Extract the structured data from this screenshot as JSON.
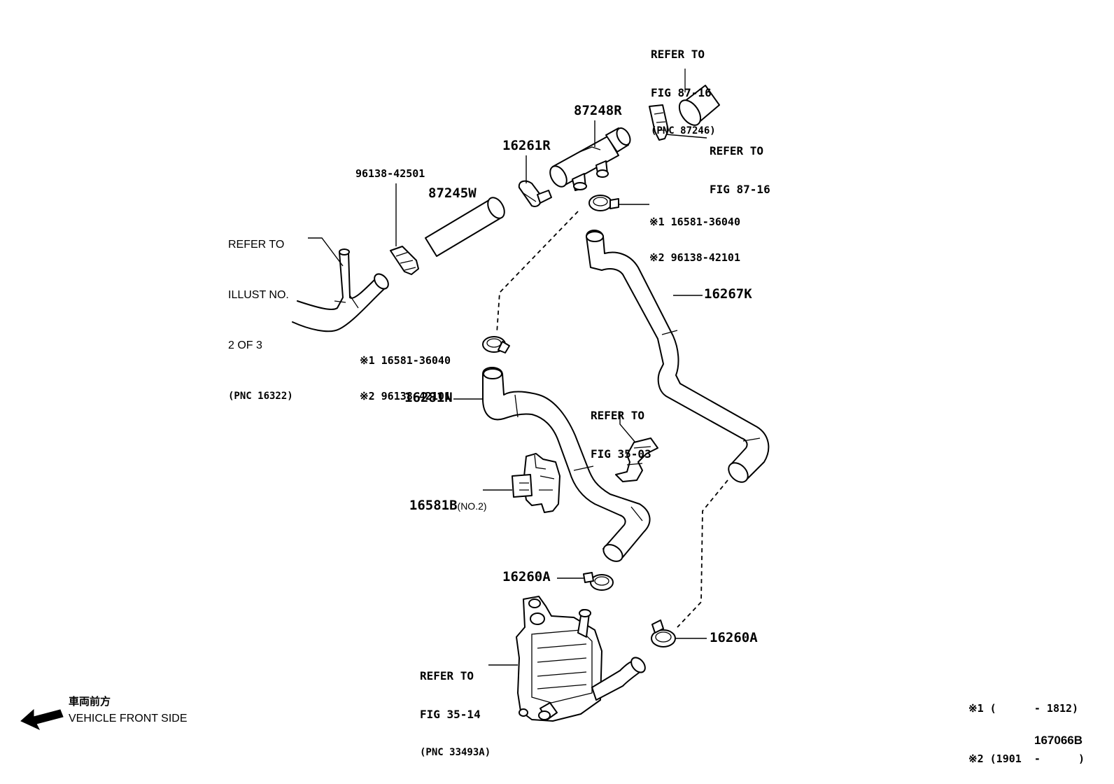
{
  "labels": {
    "ref_87_16_top": [
      "REFER TO",
      "FIG 87-16",
      "(PNC 87246)"
    ],
    "ref_87_16_right": [
      "REFER TO",
      "FIG 87-16"
    ],
    "ref_illust": [
      "REFER TO",
      "ILLUST NO.",
      "2 OF 3",
      "(PNC 16322)"
    ],
    "ref_35_03": [
      "REFER TO",
      "FIG 35-03"
    ],
    "ref_35_14": [
      "REFER TO",
      "FIG 35-14",
      "(PNC 33493A)"
    ],
    "part_87248R": "87248R",
    "part_16261R": "16261R",
    "part_96138_42501": "96138-42501",
    "part_87245W": "87245W",
    "clamp_upper_1": "※1 16581-36040",
    "clamp_upper_2": "※2 96138-42101",
    "clamp_mid_1": "※1 16581-36040",
    "clamp_mid_2": "※2 96138-42101",
    "part_16267K": "16267K",
    "part_16281N": "16281N",
    "part_16581B": "16581B",
    "part_16581B_note": "(NO.2)",
    "part_16260A_upper": "16260A",
    "part_16260A_lower": "16260A"
  },
  "notes": {
    "note1": "※1 (      - 1812)",
    "note2": "※2 (1901  -      )"
  },
  "direction": {
    "jp": "車両前方",
    "en": "VEHICLE FRONT SIDE"
  },
  "figure_id": "167066B"
}
